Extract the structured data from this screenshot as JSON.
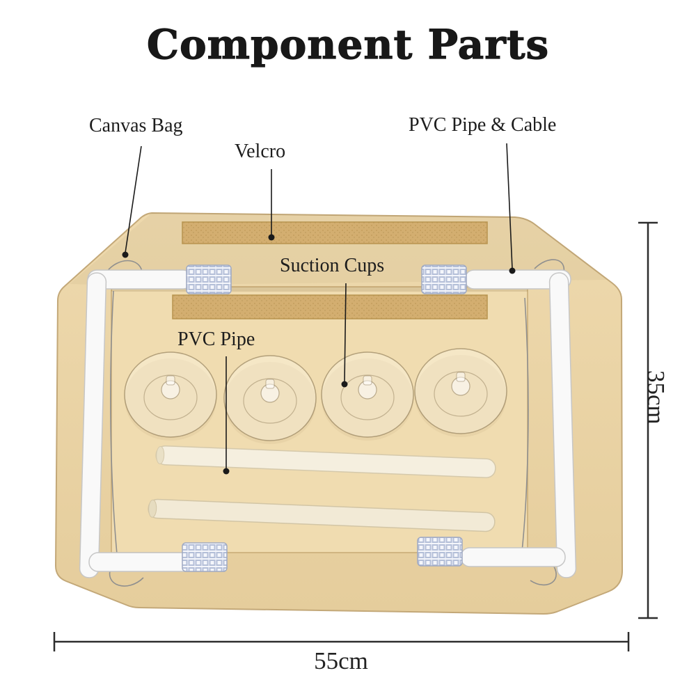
{
  "title": "Component Parts",
  "labels": {
    "canvas_bag": "Canvas Bag",
    "velcro": "Velcro",
    "pvc_pipe_cable": "PVC Pipe & Cable",
    "suction_cups": "Suction Cups",
    "pvc_pipe": "PVC Pipe"
  },
  "dimensions": {
    "height_label": "35cm",
    "width_label": "55cm"
  },
  "colors": {
    "canvas": "#ecd8ab",
    "velcro": "#d3ae70",
    "pipe_white": "#f9f9f9",
    "pipe_cream": "#f4eedd",
    "text": "#1d1d1d",
    "dimension_line": "#2d2d2d"
  }
}
